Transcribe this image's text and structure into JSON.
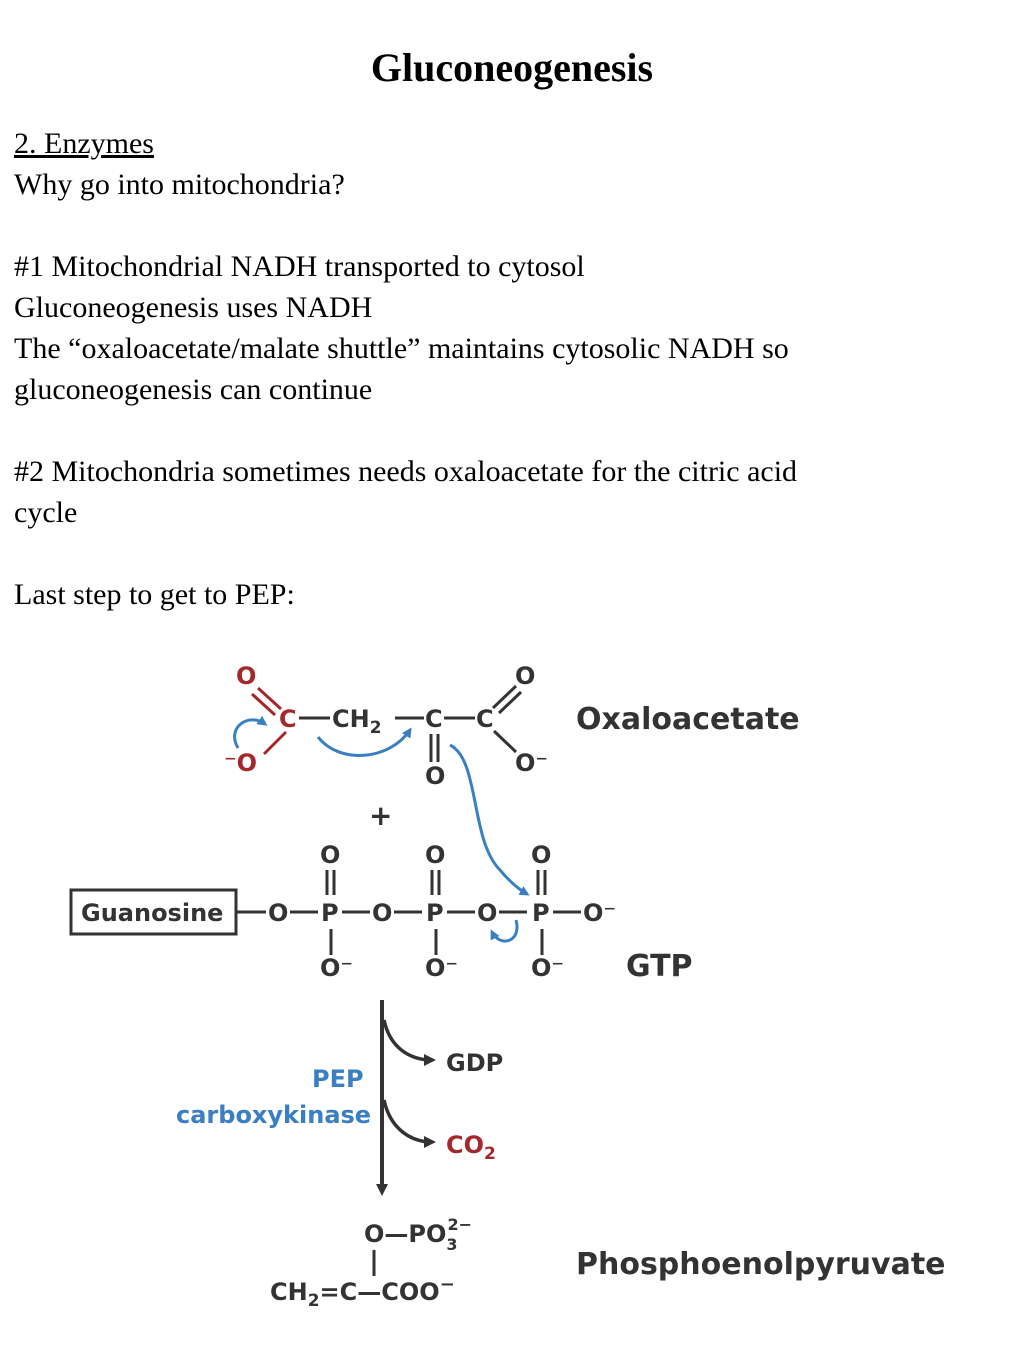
{
  "title": "Gluconeogenesis",
  "section": "2.  Enzymes",
  "question": "Why go into mitochondria?",
  "reason1": {
    "line1": "#1  Mitochondrial NADH transported to cytosol",
    "line2": "Gluconeogenesis uses NADH",
    "line3": "The “oxaloacetate/malate shuttle” maintains cytosolic NADH so",
    "line4": "gluconeogenesis can continue"
  },
  "reason2": {
    "line1": "#2  Mitochondria sometimes needs oxaloacetate for the citric acid",
    "line2": "cycle"
  },
  "last_step": "Last step to get to PEP:",
  "diagram": {
    "oxaloacetate_label": "Oxaloacetate",
    "plus": "+",
    "guanosine": "Guanosine",
    "gtp_label": "GTP",
    "enzyme_line1": "PEP",
    "enzyme_line2": "carboxykinase",
    "gdp": "GDP",
    "co2": "CO",
    "co2_sub": "2",
    "product_label": "Phosphoenolpyruvate",
    "pep_top": "O—PO",
    "pep_top_sub": "3",
    "pep_top_sup": "2−",
    "pep_ch2": "CH",
    "pep_ch2_sub": "2",
    "pep_rest": "=C—COO",
    "pep_charge": "−",
    "oaa_ch2": "CH",
    "oaa_ch2_sub": "2",
    "atom_O": "O",
    "atom_C": "C",
    "atom_P": "P",
    "atom_O_minus": "O⁻",
    "atom_minus_O": "⁻O",
    "colors": {
      "blue": "#3a7fc1",
      "red": "#a3282b",
      "dark": "#333333"
    }
  }
}
